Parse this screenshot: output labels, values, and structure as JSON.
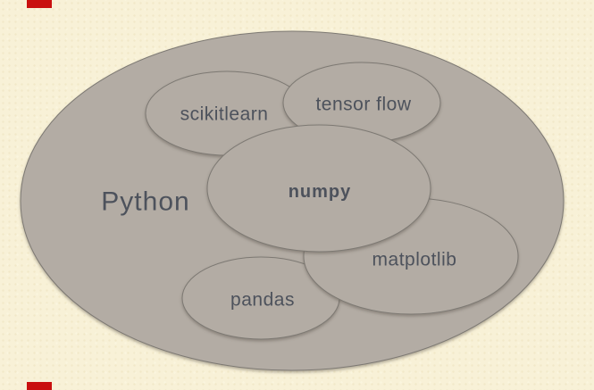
{
  "diagram": {
    "outer_label": "Python",
    "nodes": [
      {
        "label": "scikitlearn"
      },
      {
        "label": "tensor flow"
      },
      {
        "label": "pandas"
      },
      {
        "label": "matplotlib"
      },
      {
        "label": "numpy"
      }
    ],
    "colors": {
      "background": "#f8f1d7",
      "ellipse_fill": "#b3aca4",
      "ellipse_stroke": "#7d7973",
      "label_text": "#4d525c",
      "corner_accent": "#c9100f"
    }
  }
}
